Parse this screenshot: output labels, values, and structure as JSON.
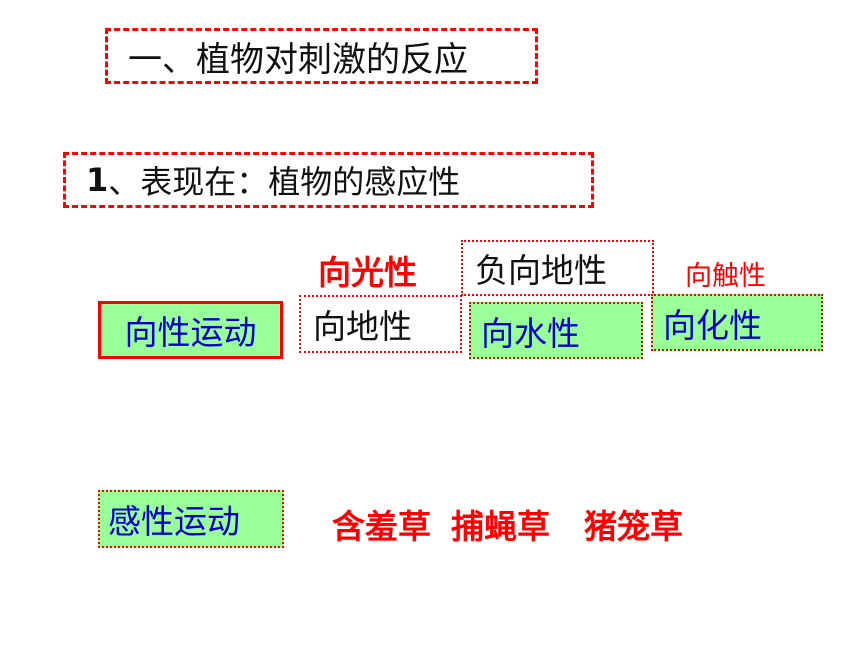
{
  "heading": "一、植物对刺激的反应",
  "subheading": {
    "number": "1",
    "text": "、表现在：植物的感应性"
  },
  "tropism": {
    "label": "向性运动",
    "types": {
      "phototropism": "向光性",
      "geotropism": "向地性",
      "negative_geotropism": "负向地性",
      "hydrotropism": "向水性",
      "thigmotropism": "向触性",
      "chemotropism": "向化性"
    }
  },
  "nastic": {
    "label": "感性运动",
    "examples": [
      "含羞草",
      "捕蝇草",
      "猪笼草"
    ]
  },
  "colors": {
    "accent_red": "#ff0000",
    "green_fill": "#99ff99",
    "blue_text": "#0000cc"
  }
}
